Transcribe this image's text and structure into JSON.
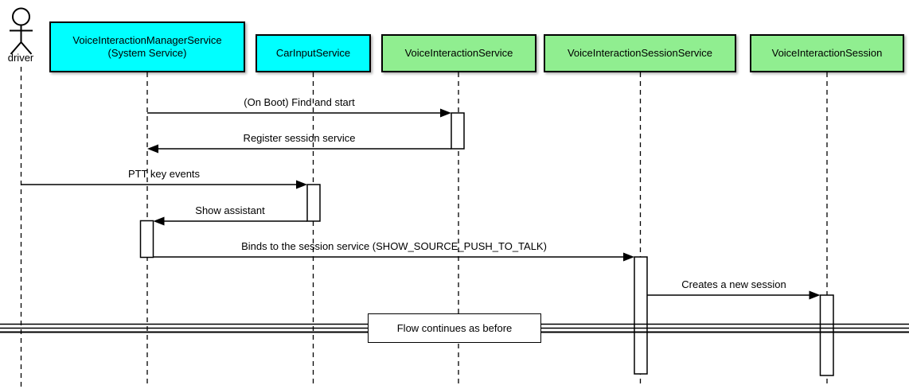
{
  "diagram": {
    "kind": "uml-sequence-diagram",
    "background": "#ffffff"
  },
  "colors": {
    "cyan_participant": "#00ffff",
    "green_participant": "#90ee90",
    "line": "#000000",
    "activation_fill": "#ffffff"
  },
  "icons": {
    "actor": "stick-figure-actor-icon"
  },
  "actor": {
    "label": "driver"
  },
  "participants": [
    {
      "label": "VoiceInteractionManagerService\n(System Service)",
      "fill": "#00ffff"
    },
    {
      "label": "CarInputService",
      "fill": "#00ffff"
    },
    {
      "label": "VoiceInteractionService",
      "fill": "#90ee90"
    },
    {
      "label": "VoiceInteractionSessionService",
      "fill": "#90ee90"
    },
    {
      "label": "VoiceInteractionSession",
      "fill": "#90ee90"
    }
  ],
  "messages": [
    {
      "label": "(On Boot) Find and start",
      "from": "VoiceInteractionManagerService (System Service)",
      "to": "VoiceInteractionService",
      "direction": "right"
    },
    {
      "label": "Register session service",
      "from": "VoiceInteractionService",
      "to": "VoiceInteractionManagerService (System Service)",
      "direction": "left"
    },
    {
      "label": "PTT key events",
      "from": "driver",
      "to": "CarInputService",
      "direction": "right"
    },
    {
      "label": "Show assistant",
      "from": "CarInputService",
      "to": "VoiceInteractionManagerService (System Service)",
      "direction": "left"
    },
    {
      "label": "Binds to the session service (SHOW_SOURCE_PUSH_TO_TALK)",
      "from": "VoiceInteractionManagerService (System Service)",
      "to": "VoiceInteractionSessionService",
      "direction": "right"
    },
    {
      "label": "Creates a new session",
      "from": "VoiceInteractionSessionService",
      "to": "VoiceInteractionSession",
      "direction": "right"
    }
  ],
  "divider": {
    "label": "Flow continues as before"
  }
}
